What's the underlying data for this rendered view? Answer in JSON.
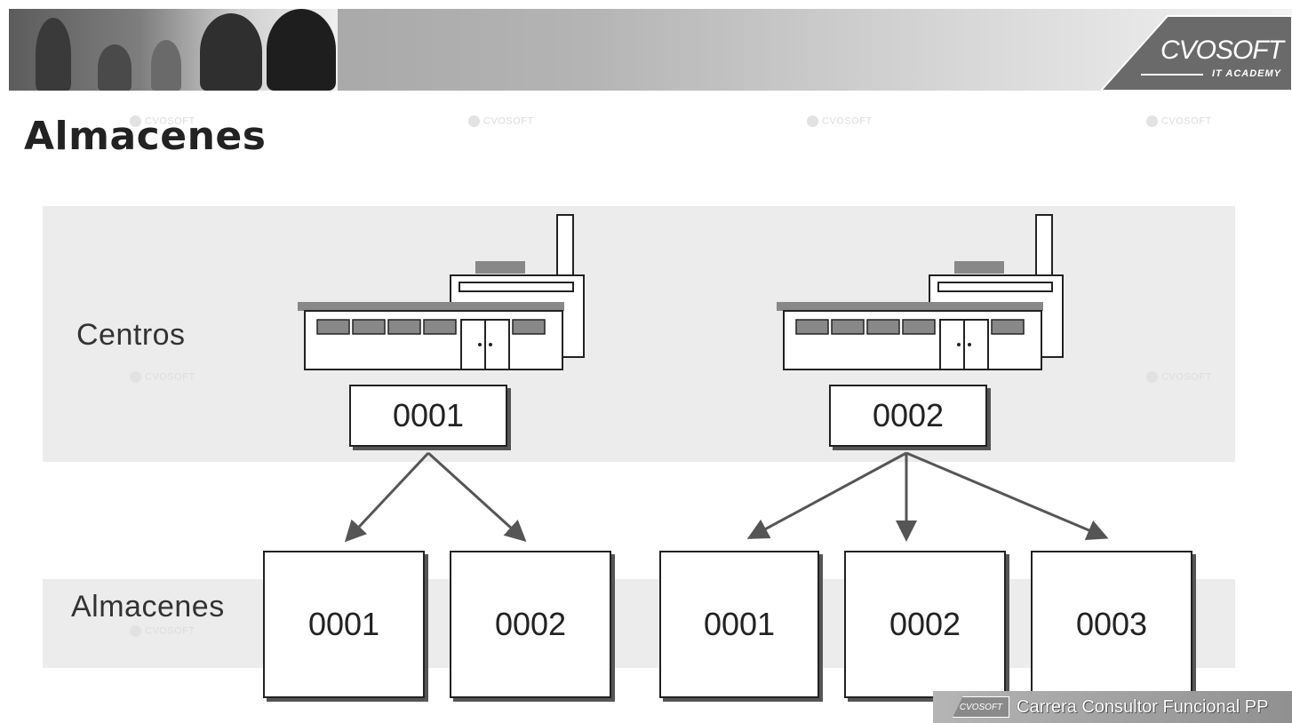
{
  "header": {
    "logo_text": "CVOSOFT",
    "logo_subtext": "IT ACADEMY"
  },
  "page": {
    "title": "Almacenes"
  },
  "watermark_text": "CVOSOFT",
  "diagram": {
    "levels": [
      {
        "label": "Centros"
      },
      {
        "label": "Almacenes"
      }
    ],
    "plants": [
      {
        "code": "0001",
        "storage_locations": [
          "0001",
          "0002"
        ]
      },
      {
        "code": "0002",
        "storage_locations": [
          "0001",
          "0002",
          "0003"
        ]
      }
    ]
  },
  "footer": {
    "logo_text": "CVOSOFT",
    "course": "Carrera Consultor Funcional PP"
  },
  "colors": {
    "band": "#ececec",
    "box_border": "#222222",
    "arrow": "#555555",
    "banner_dark": "#9b9b9b"
  }
}
